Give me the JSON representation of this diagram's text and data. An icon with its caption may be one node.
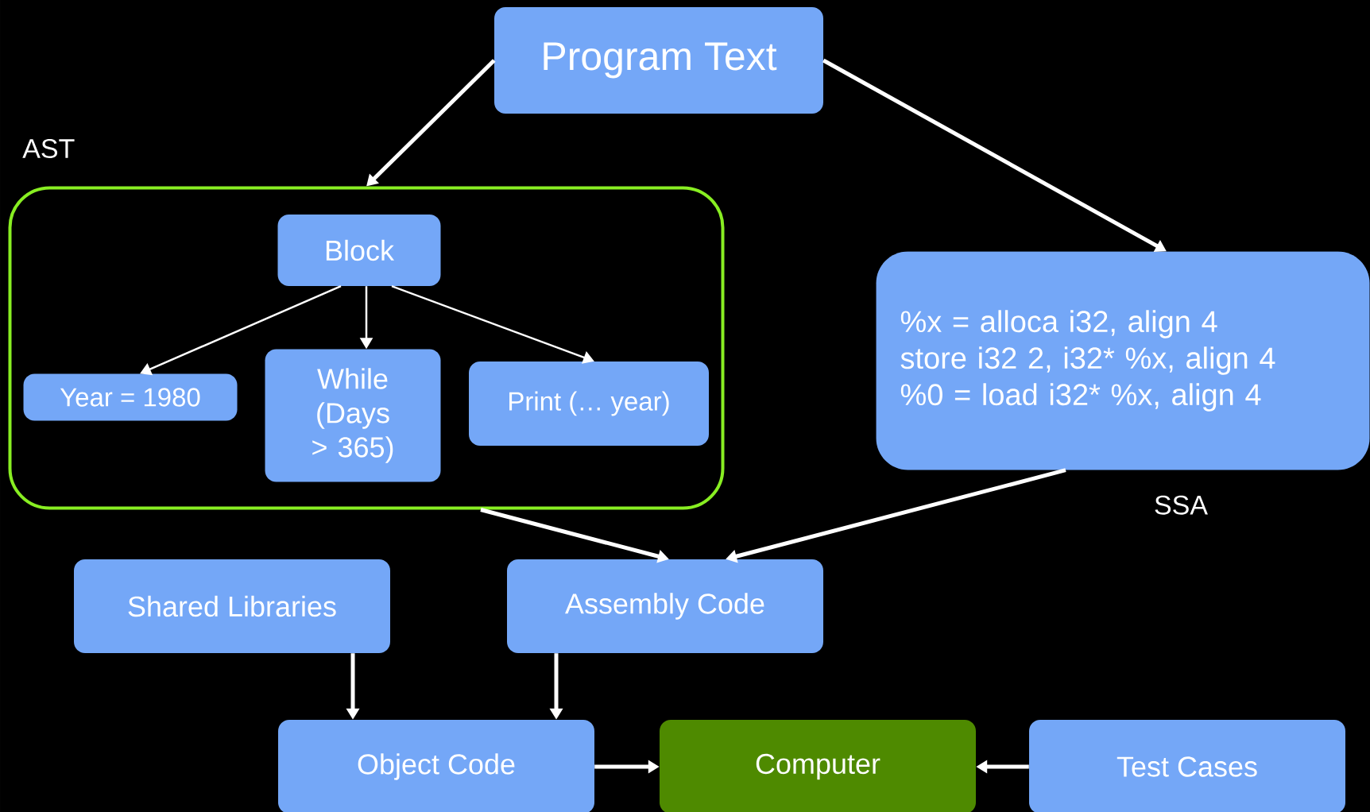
{
  "diagram": {
    "nodes": [
      {
        "text": [
          "Program Text"
        ]
      },
      {
        "text": [
          "AST"
        ]
      },
      {
        "text": [
          "Block"
        ],
        "in": 1
      },
      {
        "text": [
          "Year = 1980"
        ],
        "in": 1
      },
      {
        "text": [
          "While (Days > 365)"
        ],
        "in": 1
      },
      {
        "text": [
          "Print (… year)"
        ],
        "in": 1
      },
      {
        "text": [
          "%x = alloca i32, align 4",
          "store i32 2, i32* %x, align 4",
          "%0 = load i32* %x, align 4"
        ],
        "beside": [
          "SSA"
        ]
      },
      {
        "text": [
          "Shared Libraries"
        ]
      },
      {
        "text": [
          "Assembly Code"
        ]
      },
      {
        "text": [
          "Object Code"
        ]
      },
      {
        "text": [
          "Computer"
        ]
      },
      {
        "text": [
          "Test Cases"
        ]
      }
    ],
    "edges": [
      {
        "from": 0,
        "to": 1,
        "arrow": "to"
      },
      {
        "from": 0,
        "to": 6,
        "arrow": "to"
      },
      {
        "from": 2,
        "to": 3,
        "arrow": "to"
      },
      {
        "from": 2,
        "to": 4,
        "arrow": "to"
      },
      {
        "from": 2,
        "to": 5,
        "arrow": "to"
      },
      {
        "from": 1,
        "to": 8,
        "arrow": "to"
      },
      {
        "from": 6,
        "to": 8,
        "arrow": "to"
      },
      {
        "from": 7,
        "to": 9,
        "arrow": "to"
      },
      {
        "from": 8,
        "to": 9,
        "arrow": "to"
      },
      {
        "from": 9,
        "to": 10,
        "arrow": "to"
      },
      {
        "from": 11,
        "to": 10,
        "arrow": "to"
      }
    ]
  }
}
